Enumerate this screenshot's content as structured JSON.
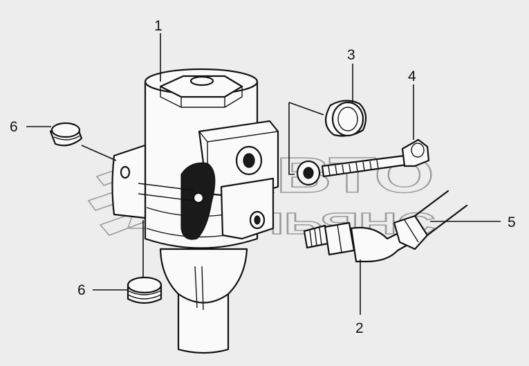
{
  "callouts": {
    "c1": "1",
    "c2": "2",
    "c3": "3",
    "c4": "4",
    "c5": "5",
    "c6a": "6",
    "c6b": "6"
  },
  "watermark": {
    "line1": "АВТО",
    "line2": "АЛЬЯНС"
  },
  "colors": {
    "background": "#ededed",
    "ink": "#111111",
    "watermark": "#9a9a9a"
  }
}
